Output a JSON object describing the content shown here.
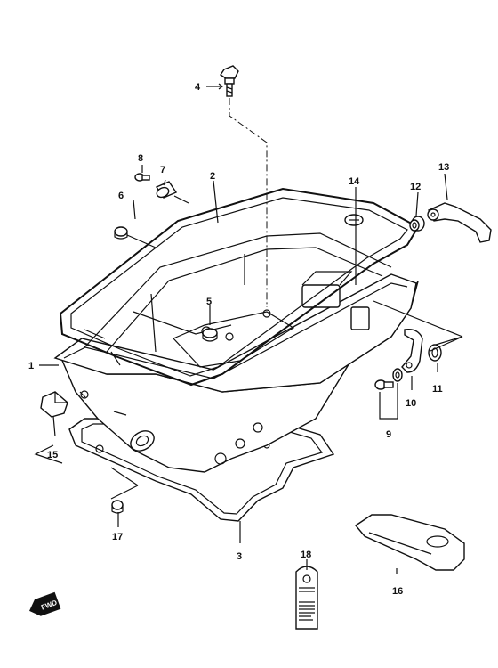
{
  "diagram": {
    "callouts": {
      "p1": "1",
      "p2": "2",
      "p3": "3",
      "p4": "4",
      "p5": "5",
      "p6": "6",
      "p7": "7",
      "p8": "8",
      "p9": "9",
      "p10": "10",
      "p11": "11",
      "p12": "12",
      "p13": "13",
      "p14": "14",
      "p15": "15",
      "p16": "16",
      "p17": "17",
      "p18": "18"
    },
    "direction_badge": "FWD"
  }
}
